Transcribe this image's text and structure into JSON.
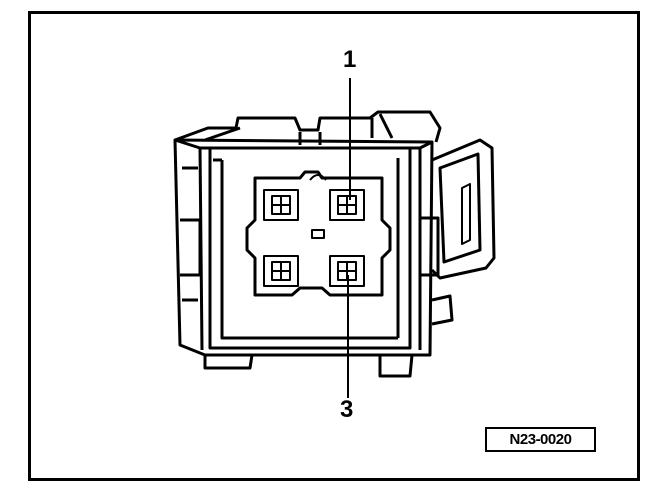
{
  "callouts": {
    "pin_1": "1",
    "pin_3": "3"
  },
  "figure_id": "N23-0020"
}
